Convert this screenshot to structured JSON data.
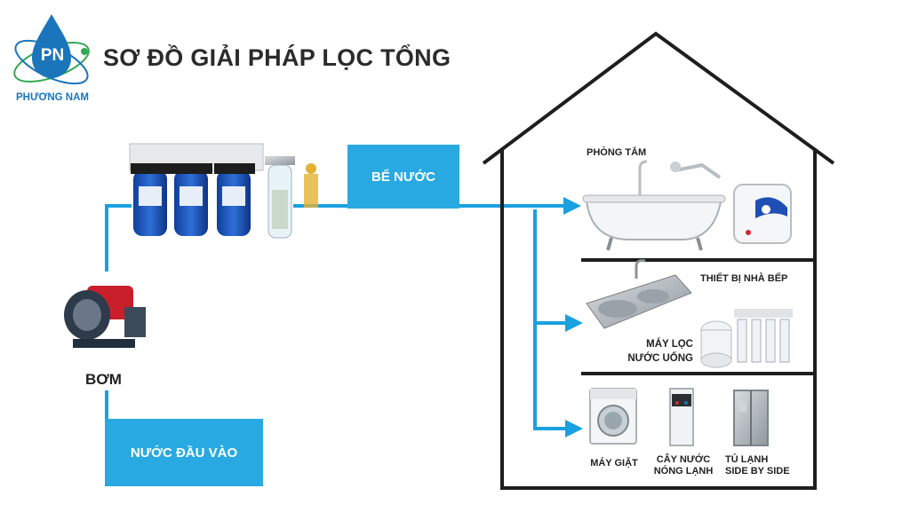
{
  "header": {
    "title": "SƠ ĐỒ GIẢI PHÁP LỌC TỔNG",
    "logo_initials": "PN",
    "brand_name": "PHƯƠNG NAM"
  },
  "nodes": {
    "water_input": "NƯỚC ĐẦU VÀO",
    "pump": "BƠM",
    "water_tank": "BỂ NƯỚC"
  },
  "house": {
    "bathroom": "PHÒNG TẮM",
    "kitchen_devices": "THIẾT BỊ NHÀ BẾP",
    "water_purifier": [
      "MÁY LỌC",
      "NƯỚC UỐNG"
    ],
    "washing_machine": "MÁY GIẶT",
    "water_dispenser": [
      "CÂY NƯỚC",
      "NÓNG LẠNH"
    ],
    "fridge": [
      "TỦ LẠNH",
      "SIDE BY SIDE"
    ]
  },
  "colors": {
    "pipe": "#1aa0e0",
    "box": "#29a9e1",
    "house_outline": "#1e1e1e",
    "brand_blue": "#1b75bb"
  }
}
